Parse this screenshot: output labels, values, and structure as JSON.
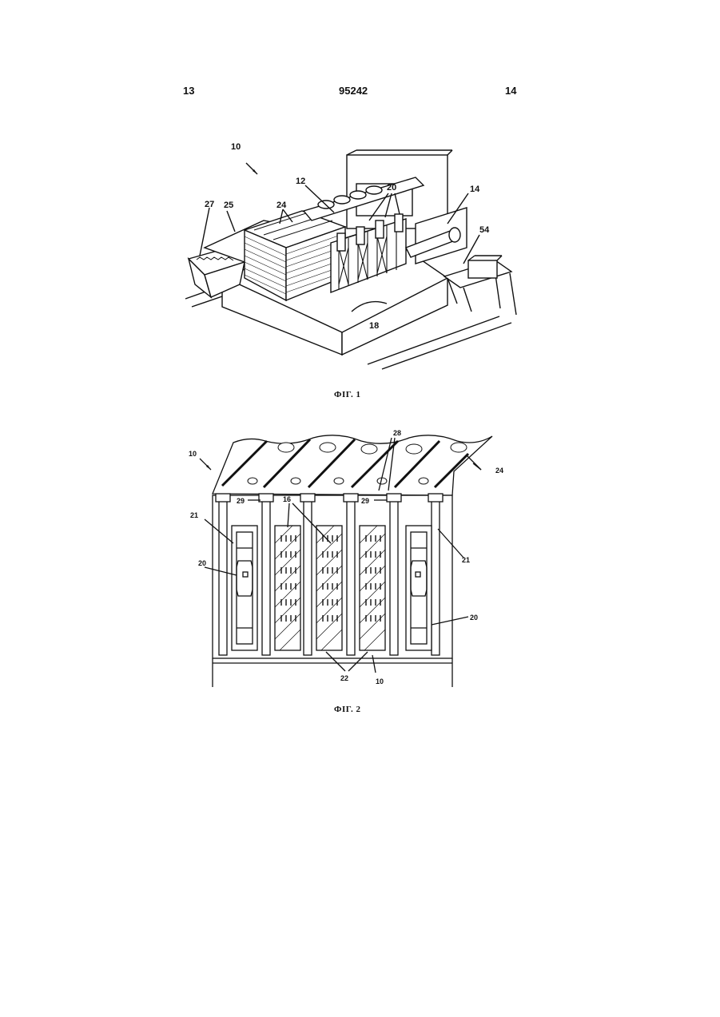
{
  "header": {
    "page_left": "13",
    "patent_number": "95242",
    "page_right": "14"
  },
  "figure1": {
    "caption": "ФІГ. 1",
    "labels": {
      "l10": "10",
      "l12": "12",
      "l14": "14",
      "l18": "18",
      "l20": "20",
      "l24": "24",
      "l25": "25",
      "l27": "27",
      "l54": "54"
    }
  },
  "figure2": {
    "caption": "ФІГ. 2",
    "labels": {
      "l10a": "10",
      "l10b": "10",
      "l16": "16",
      "l20a": "20",
      "l20b": "20",
      "l21a": "21",
      "l21b": "21",
      "l22": "22",
      "l24": "24",
      "l28": "28",
      "l29a": "29",
      "l29b": "29"
    }
  }
}
